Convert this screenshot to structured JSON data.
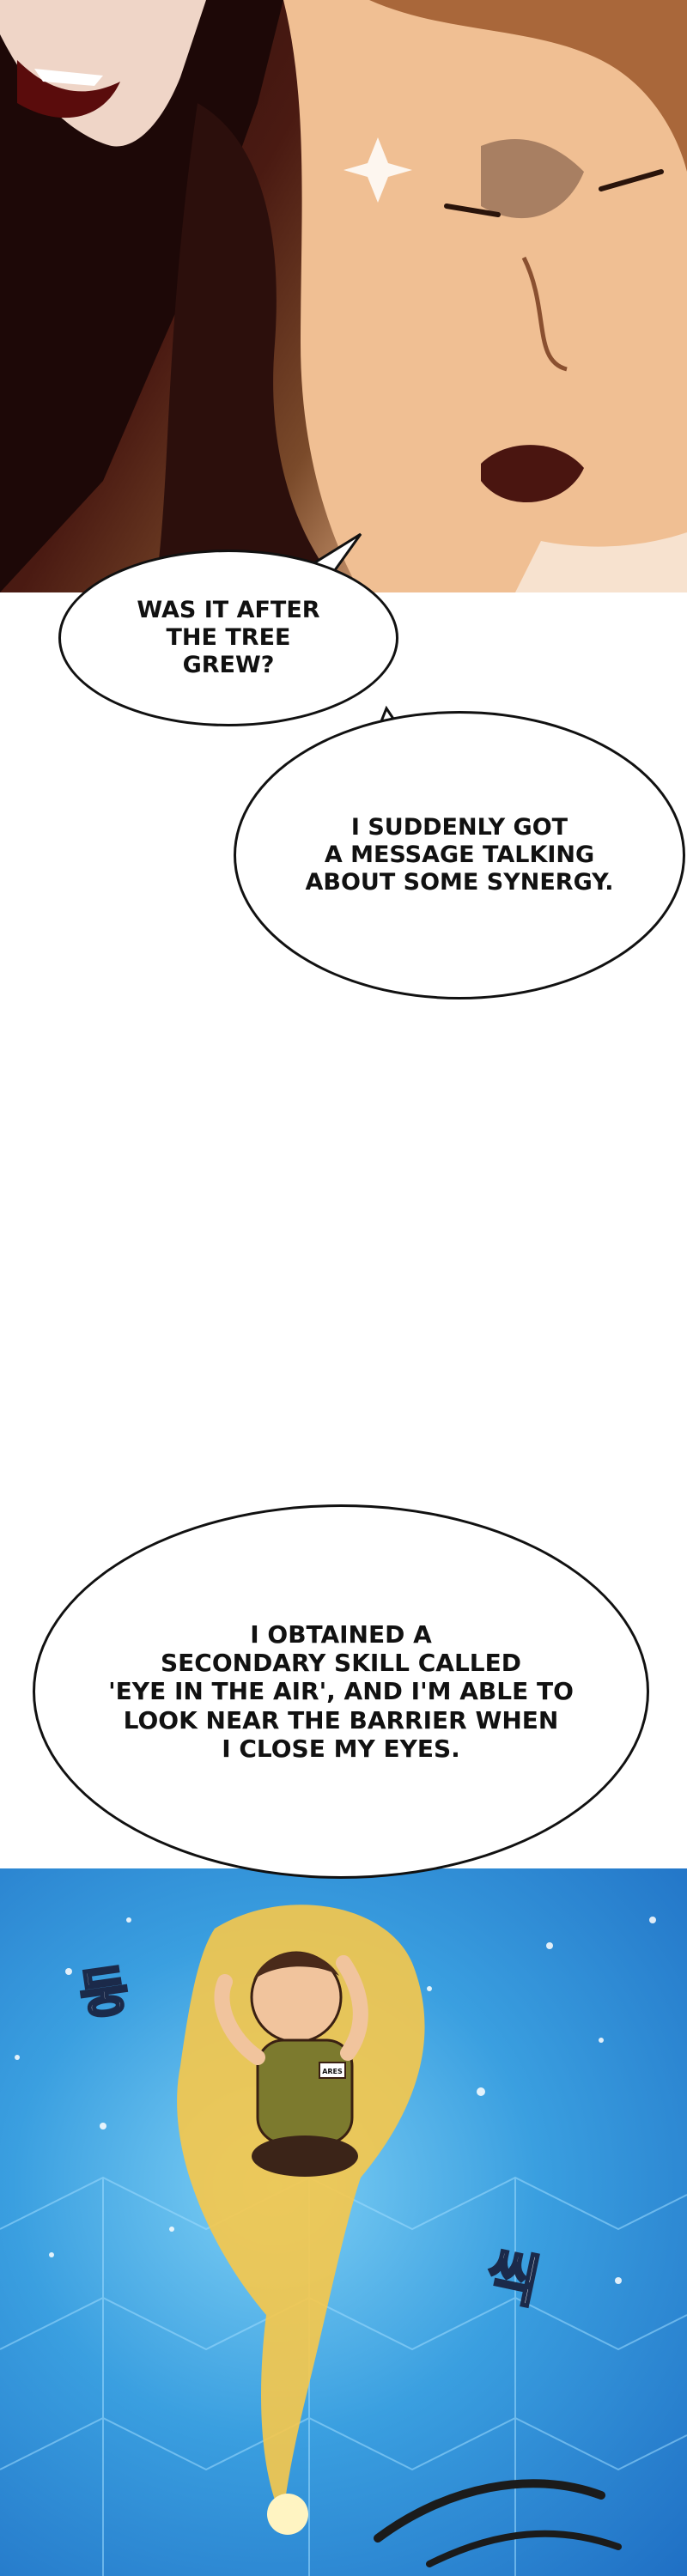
{
  "bubbles": {
    "first": "WAS IT AFTER\nTHE TREE GREW?",
    "second": "I SUDDENLY GOT\nA MESSAGE TALKING\nABOUT SOME SYNERGY.",
    "third": "I OBTAINED A\nSECONDARY SKILL CALLED\n'EYE IN THE AIR', AND I'M ABLE TO\nLOOK NEAR THE BARRIER WHEN\nI CLOSE MY EYES."
  },
  "sound_effects": {
    "first": "둥",
    "second": "씩"
  },
  "badge_text": "ARES",
  "colors": {
    "sky_blue": "#3a9fe0",
    "glow_yellow": "#f7c84a",
    "ink": "#111111"
  }
}
